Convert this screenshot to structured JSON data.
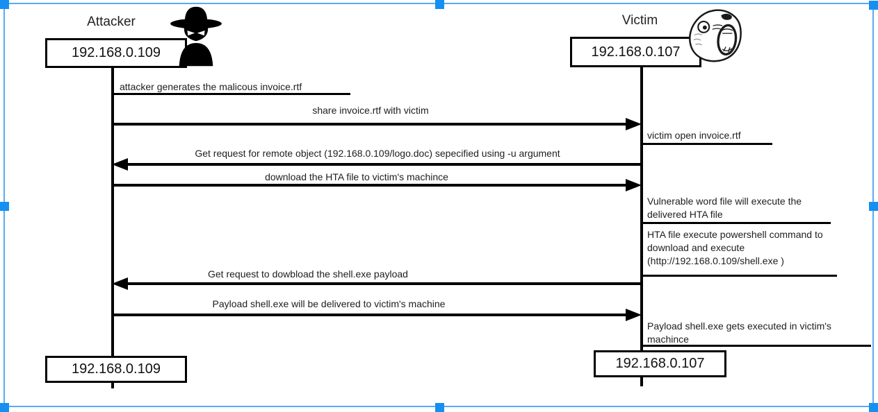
{
  "frame": {
    "border_color": "#58aaf3",
    "handle_color": "#1590f0"
  },
  "actors": {
    "attacker": {
      "name": "Attacker",
      "ip_top": "192.168.0.109",
      "ip_bottom": "192.168.0.109",
      "icon": "spy-icon"
    },
    "victim": {
      "name": "Victim",
      "ip_top": "192.168.0.107",
      "ip_bottom": "192.168.0.107",
      "icon": "lol-face-icon"
    }
  },
  "messages": [
    {
      "type": "self-note",
      "actor": "attacker",
      "text": "attacker generates the malicous invoice.rtf"
    },
    {
      "type": "arrow",
      "direction": "right",
      "text": "share invoice.rtf with victim"
    },
    {
      "type": "note",
      "actor": "victim",
      "text": "victim open invoice.rtf"
    },
    {
      "type": "arrow",
      "direction": "left",
      "text": "Get request for remote object (192.168.0.109/logo.doc) sepecified using -u argument"
    },
    {
      "type": "arrow",
      "direction": "right",
      "text": "download the HTA file to victim's machince"
    },
    {
      "type": "note",
      "actor": "victim",
      "text": "Vulnerable word file will execute the delivered HTA file"
    },
    {
      "type": "note",
      "actor": "victim",
      "text": "HTA file execute powershell command to download and execute (http://192.168.0.109/shell.exe )"
    },
    {
      "type": "arrow",
      "direction": "left",
      "text": "Get request to dowbload the shell.exe payload"
    },
    {
      "type": "arrow",
      "direction": "right",
      "text": "Payload shell.exe will be delivered to victim's machine"
    },
    {
      "type": "note",
      "actor": "victim",
      "text": "Payload shell.exe gets executed in victim's machince"
    }
  ]
}
